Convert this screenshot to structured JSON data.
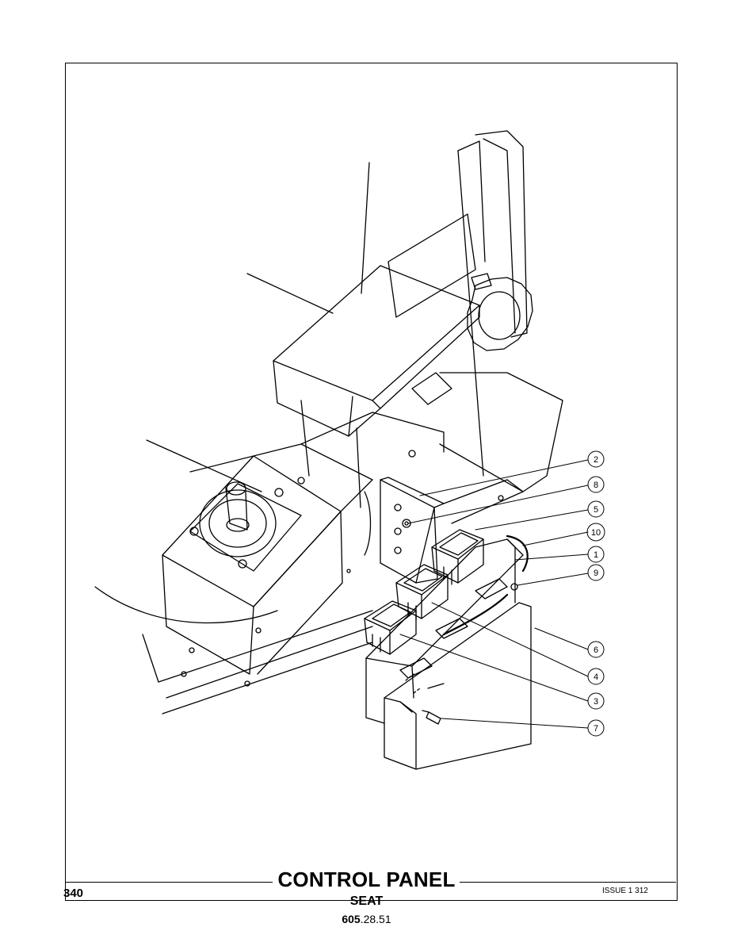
{
  "page": {
    "number": "340",
    "issue": "ISSUE 1 312",
    "title": "CONTROL PANEL",
    "subtitle": "SEAT",
    "part_number_bold": "605",
    "part_number_rest": ".28.51"
  },
  "callouts": [
    "2",
    "8",
    "5",
    "10",
    "1",
    "9",
    "6",
    "4",
    "3",
    "7"
  ]
}
